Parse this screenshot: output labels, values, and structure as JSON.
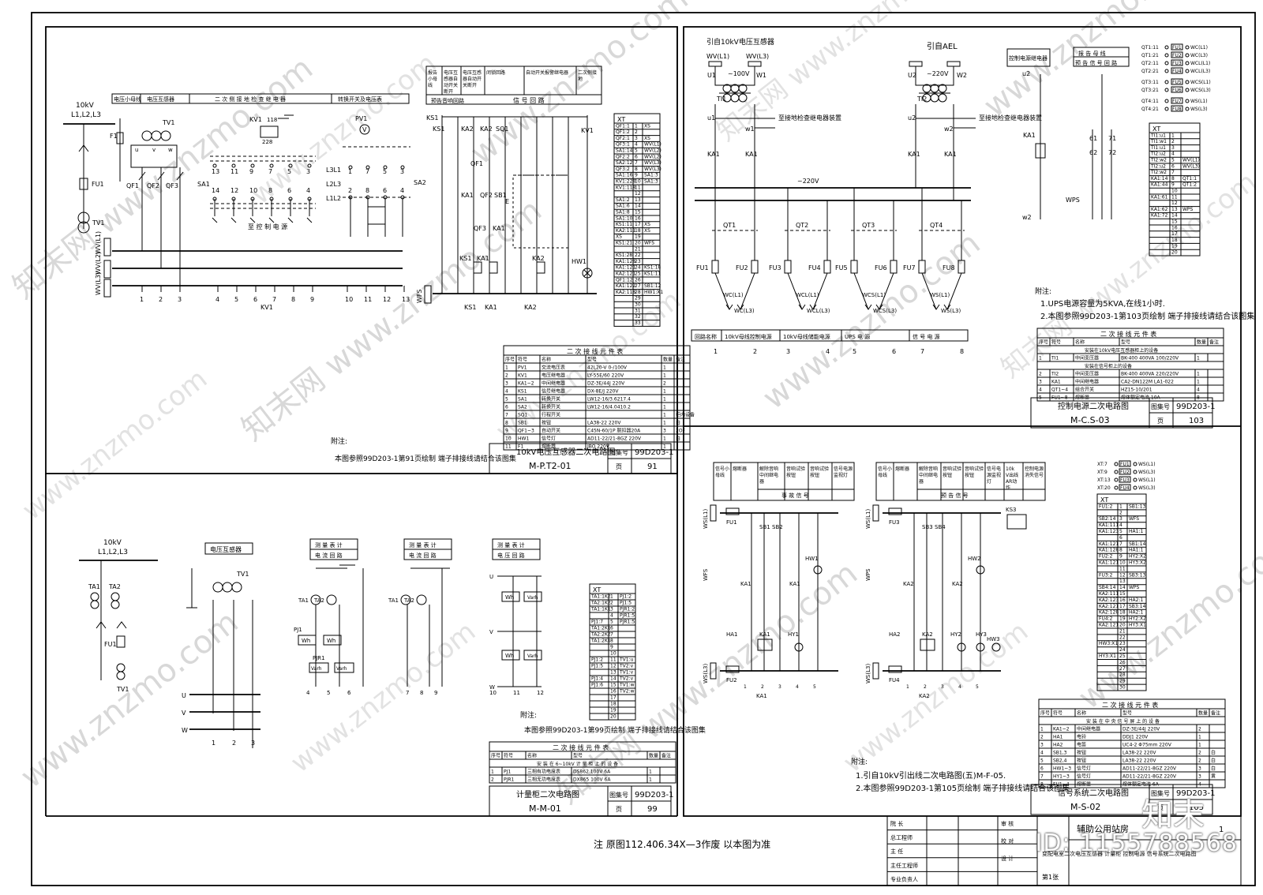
{
  "brand": {
    "logo_text": "知末",
    "id_text": "ID: 1155788568",
    "watermark": "www.znzmo.com",
    "watermark_cn": "知末网"
  },
  "p1": {
    "bus": {
      "voltage": "10kV",
      "phases": "L1,L2,L3"
    },
    "header": [
      "电压小母线",
      "电压互感器",
      "二 次 侧 接 地 检 查 继 电 器",
      "转换开关及电压表"
    ],
    "header2": [
      "报告小母线",
      "电压互感器自动开关断开",
      "电压互感器自动开关断开",
      "闭锁回路",
      "自动开关报警继电器",
      "二次侧接地"
    ],
    "header2b": [
      "预告音响回路",
      "信 号 回 路"
    ],
    "labels": {
      "f1": "F1",
      "fu1": "FU1",
      "tv1": "TV1",
      "qf1": "QF1",
      "qf2": "QF2",
      "qf3": "QF3",
      "sa1": "SA1",
      "sa2": "SA2",
      "kv1": "KV1",
      "pv1": "PV1",
      "wv1": "WV(L1)",
      "wv2": "WV(L2)",
      "wv3": "WV(L3)",
      "wfs": "WFS",
      "ks1": "KS1",
      "ka1": "KA1",
      "ka2": "KA2",
      "sq1": "SQ1",
      "sb1": "SB1",
      "hw1": "HW1",
      "to_ctrl": "至 控 制 电 源",
      "l3l1": "L3L1",
      "l2l3": "L2L3",
      "l1l2": "L1L2",
      "e": "E"
    },
    "bottom_numbers": [
      "1",
      "2",
      "3",
      "4",
      "5",
      "6",
      "7",
      "8",
      "9",
      "10",
      "11",
      "12",
      "13"
    ],
    "xt_title": "XT",
    "xt_rows": [
      [
        "QF1:1",
        "1",
        "XS"
      ],
      [
        "QF1:2",
        "2",
        ""
      ],
      [
        "QF2:1",
        "3",
        "XS"
      ],
      [
        "QF3:1",
        "4",
        "WV(L1)"
      ],
      [
        "SA1:14",
        "5",
        "WV(L2)"
      ],
      [
        "QF2:2",
        "6",
        "WV(L2)"
      ],
      [
        "SA2:12",
        "7",
        "WV(L3)"
      ],
      [
        "QF3:2",
        "8",
        "WV(L3)"
      ],
      [
        "SA1:16",
        "9",
        "SA1:3"
      ],
      [
        "KV1:228",
        "10",
        "SA1:3"
      ],
      [
        "KV1:118",
        "11",
        ""
      ],
      [
        "",
        "12",
        ""
      ],
      [
        "SA1:2",
        "13",
        ""
      ],
      [
        "SA1:6",
        "14",
        ""
      ],
      [
        "SA1:8",
        "15",
        ""
      ],
      [
        "SA1:10",
        "16",
        ""
      ],
      [
        "KS1:11",
        "17",
        "XS"
      ],
      [
        "KA2:111",
        "18",
        "XS"
      ],
      [
        "XS",
        "19",
        ""
      ],
      [
        "KS1:21",
        "20",
        "WFS"
      ],
      [
        "",
        "21",
        ""
      ],
      [
        "KS1:28",
        "22",
        ""
      ],
      [
        "KA1:128",
        "23",
        ""
      ],
      [
        "KA1:121",
        "24",
        "KS1:18"
      ],
      [
        "KA2:121",
        "25",
        "KS1:11"
      ],
      [
        "QF1:12",
        "26",
        ""
      ],
      [
        "KA1:122",
        "27",
        "SB1:12"
      ],
      [
        "KA2:118",
        "28",
        "HW1:X1"
      ],
      [
        "",
        "29",
        ""
      ],
      [
        "",
        "30",
        ""
      ],
      [
        "",
        "31",
        ""
      ],
      [
        "",
        "32",
        ""
      ],
      [
        "",
        "33",
        ""
      ]
    ],
    "table_title": "二 次 接 线 元 件 表",
    "table_head": [
      "序号",
      "符号",
      "名称",
      "型号",
      "数量",
      "备注"
    ],
    "table_rows": [
      [
        "1",
        "PV1",
        "交流电压表",
        "42L20-V 0-/100V",
        "1",
        ""
      ],
      [
        "2",
        "KV1",
        "电压继电器",
        "LY-55E/60 220V",
        "1",
        ""
      ],
      [
        "3",
        "KA1~2",
        "中间继电器",
        "DZ-3E/44J 220V",
        "2",
        ""
      ],
      [
        "4",
        "KS1",
        "信号继电器",
        "DX-8E/J 220V",
        "1",
        ""
      ],
      [
        "5",
        "SA1",
        "转换开关",
        "LW12-16/3.6217.4",
        "1",
        ""
      ],
      [
        "6",
        "SA2",
        "转换开关",
        "LW12-16/4.0410.2",
        "1",
        ""
      ],
      [
        "7",
        "SQ1",
        "行程开关",
        "",
        "1",
        "柜内设备"
      ],
      [
        "8",
        "SB1",
        "按钮",
        "LA38-22 220V",
        "1",
        "白"
      ],
      [
        "9",
        "QF1~3",
        "自动开关",
        "C45N-60/1P 脱扣器20A",
        "3",
        "2OF"
      ],
      [
        "10",
        "HW1",
        "信号灯",
        "AD11-22/21-8GZ 220V",
        "1",
        "白"
      ],
      [
        "11",
        "F1",
        "熔断器",
        "JBO 220V",
        "1",
        ""
      ]
    ],
    "note_title": "附注:",
    "note": "本图参照99D203-1第91页绘制 端子排接线请结合该图集",
    "title_box": {
      "name": "10kV电压互感器二次电路图",
      "code": "M-P.T2-01",
      "set_label": "图集号",
      "set_no": "99D203-1",
      "page_label": "页",
      "page_no": "91"
    }
  },
  "p2": {
    "bus": {
      "voltage": "10kV",
      "phases": "L1,L2,L3"
    },
    "labels": {
      "ta1": "TA1",
      "ta2": "TA2",
      "fu1": "FU1",
      "tv1": "TV1",
      "pt_label": "电压互感器",
      "pj1": "PJ1",
      "pjr1": "PJR1",
      "wh": "Wh",
      "varh": "Varh",
      "u": "U",
      "v": "V",
      "w": "W"
    },
    "panels": [
      [
        "测 量 表 计",
        "电 流 回 路"
      ],
      [
        "测 量 表 计",
        "电 流 回 路"
      ],
      [
        "测 量 表 计",
        "电 压 回 路"
      ]
    ],
    "xt_title": "XT",
    "xt_rows": [
      [
        "TA1:1K2",
        "1",
        "PJ1:2"
      ],
      [
        "TA2:1K2",
        "2",
        "PJ1:5"
      ],
      [
        "TA1:1K1",
        "3",
        "PJR1:2"
      ],
      [
        "",
        "4",
        "PJR1:5"
      ],
      [
        "PJ1:7",
        "5",
        "PJR1:5"
      ],
      [
        "TA1:2K1",
        "6",
        ""
      ],
      [
        "TA2:2K2",
        "7",
        ""
      ],
      [
        "TA1:2K1",
        "8",
        ""
      ],
      [
        "",
        "9",
        ""
      ],
      [
        "",
        "10",
        ""
      ],
      [
        "PJ1:2",
        "11",
        "TV1:u"
      ],
      [
        "PJ1:5",
        "12",
        "TV2:v"
      ],
      [
        "",
        "13",
        "TV1:v"
      ],
      [
        "PJ1:4",
        "14",
        "TV2:v"
      ],
      [
        "PJ1:6",
        "15",
        "TV1:w"
      ],
      [
        "",
        "16",
        "TV2:w"
      ],
      [
        "",
        "17",
        ""
      ],
      [
        "",
        "18",
        ""
      ],
      [
        "",
        "19",
        ""
      ],
      [
        "",
        "20",
        ""
      ]
    ],
    "note_title": "附注:",
    "note": "本图参照99D203-1第99页绘制 端子排接线请结合该图集",
    "table_title": "二 次 接 线 元 件 表",
    "table_head": [
      "序号",
      "符号",
      "名称",
      "型号",
      "数量",
      "备注"
    ],
    "table_sub": "安 装 在 6~10kV 计 量 柜 上 的 设 备",
    "table_rows": [
      [
        "1",
        "PJ1",
        "三相有功电度表",
        "DS862 100V 6A",
        "1",
        ""
      ],
      [
        "2",
        "PJR1",
        "三相无功电度表",
        "DX865 100V 6A",
        "1",
        ""
      ]
    ],
    "title_box": {
      "name": "计量柜二次电路图",
      "code": "M-M-01",
      "set_label": "图集号",
      "set_no": "99D203-1",
      "page_label": "页",
      "page_no": "99"
    }
  },
  "p3": {
    "sources": [
      "引自10kV电压互感器",
      "引自AEL"
    ],
    "labels": {
      "wv1": "WV(L1)",
      "wv3": "WV(L3)",
      "u1": "U1",
      "w1": "W1",
      "u2": "U2",
      "w2": "W2",
      "v100": "~100V",
      "v220": "~220V",
      "t1": "TI1",
      "t2": "TI2",
      "to_gnd1": "至接地检查继电器装置",
      "to_gnd2": "至接地检查继电器装置",
      "bus220": "~220V",
      "ka1": "KA1",
      "qt": [
        "QT1",
        "QT2",
        "QT3",
        "QT4"
      ],
      "fu": [
        "FU1",
        "FU2",
        "FU3",
        "FU4",
        "FU5",
        "FU6",
        "FU7",
        "FU8"
      ],
      "wc": [
        "WC(L1)",
        "WC(L3)",
        "WCL(L1)",
        "WCL(L3)",
        "WCS(L1)",
        "WCS(L3)",
        "WS(L1)",
        "WS(L3)"
      ],
      "u1s": "u1",
      "u2s": "u2",
      "w1s": "w1",
      "w2s": "w2",
      "ctrl": "控制电源继电器",
      "wps": "WPS"
    },
    "header_right": [
      "报 告 母 线",
      "预 告 信 号 回 路"
    ],
    "header_right2": [
      "至控制电源继电器"
    ],
    "footer": [
      "回路名称",
      "10kV母线控制电源",
      "10kV母线储能电源",
      "UPS 电 源",
      "信 号 电 源"
    ],
    "footer_nums": [
      "1",
      "2",
      "3",
      "4",
      "5",
      "6",
      "7",
      "8"
    ],
    "qt_right": [
      [
        "QT1:11",
        "FU1",
        "WC(L1)"
      ],
      [
        "QT1:21",
        "FU2",
        "WC(L3)"
      ],
      [
        "QT2:11",
        "FU3",
        "WCL(L1)"
      ],
      [
        "QT2:21",
        "FU4",
        "WCL(L3)"
      ],
      [
        "QT3:11",
        "FU5",
        "WCS(L1)"
      ],
      [
        "QT3:21",
        "FU6",
        "WCS(L3)"
      ],
      [
        "QT4:11",
        "FU7",
        "WS(L1)"
      ],
      [
        "QT4:21",
        "FU8",
        "WS(L3)"
      ]
    ],
    "xt_title": "XT",
    "xt_rows": [
      [
        "TI1:u1",
        "1",
        ""
      ],
      [
        "TI1:w1",
        "2",
        ""
      ],
      [
        "TI1:u1",
        "3",
        ""
      ],
      [
        "TI2:u2",
        "4",
        ""
      ],
      [
        "TI2:w2",
        "5",
        "WV(L1)"
      ],
      [
        "TI2:u2",
        "6",
        "WV(L3)"
      ],
      [
        "TI2:w2",
        "7",
        ""
      ],
      [
        "KA1:14",
        "8",
        "QT1:1"
      ],
      [
        "KA1:44",
        "9",
        "QT1:2"
      ],
      [
        "",
        "10",
        ""
      ],
      [
        "KA1:61",
        "11",
        ""
      ],
      [
        "",
        "12",
        ""
      ],
      [
        "KA1:62",
        "13",
        "WPS"
      ],
      [
        "KA1:72",
        "14",
        ""
      ],
      [
        "",
        "15",
        ""
      ],
      [
        "",
        "16",
        ""
      ],
      [
        "",
        "17",
        ""
      ],
      [
        "",
        "18",
        ""
      ],
      [
        "",
        "19",
        ""
      ],
      [
        "",
        "20",
        ""
      ]
    ],
    "note_title": "附注:",
    "notes": [
      "1.UPS电源容量为5KVA,在线1小时.",
      "2.本图参照99D203-1第103页绘制 端子排接线请结合该图集"
    ],
    "table_title": "二 次 接 线 元 件 表",
    "table_head": [
      "序号",
      "符号",
      "名称",
      "型号",
      "数量",
      "备注"
    ],
    "table_sub1": "安装在10kV电压互感器柜上的设备",
    "table_sub2": "安装在信号柜上的设备",
    "table_rows1": [
      [
        "1",
        "TI1",
        "中间变压器",
        "BK-400 400VA 100/220V",
        "1",
        ""
      ]
    ],
    "table_rows2": [
      [
        "2",
        "TI2",
        "中间变压器",
        "BK-400 400VA 220/220V",
        "1",
        ""
      ],
      [
        "3",
        "KA1",
        "中间继电器",
        "CA2-DN122M LA1-022",
        "1",
        ""
      ],
      [
        "4",
        "QT1~4",
        "组合开关",
        "HZ15-10/201",
        "4",
        ""
      ],
      [
        "5",
        "FU1~8",
        "熔断器",
        "熔体额定电流 10A",
        "8",
        ""
      ]
    ],
    "title_box": {
      "name": "控制电源二次电路图",
      "code": "M-C.S-03",
      "set_label": "图集号",
      "set_no": "99D203-1",
      "page_label": "页",
      "page_no": "103"
    }
  },
  "p4": {
    "header_l": [
      "信号小母线",
      "熔断器",
      "解除音响中间继电器",
      "音响试验按钮",
      "音响试验按钮",
      "信号电源监视灯"
    ],
    "header_l2": "事 故 信 号",
    "header_r": [
      "信号小母线",
      "熔断器",
      "解除音响中间继电器",
      "音响试验按钮",
      "音响试验按钮",
      "信号电源监视灯",
      "10kV出线AR动作",
      "控制电源消失信号"
    ],
    "header_r2": "预 告 信 号",
    "labels": {
      "ws1": "WS(L1)",
      "ws3": "WS(L3)",
      "wfs": "WFS",
      "wps": "WPS",
      "fu1": "FU1",
      "fu2": "FU2",
      "fu3": "FU3",
      "fu4": "FU4",
      "sb1": "SB1",
      "sb2": "SB2",
      "sb3": "SB3",
      "sb4": "SB4",
      "hw1": "HW1",
      "hw2": "HW2",
      "hw3": "HW3",
      "ka1": "KA1",
      "ka2": "KA2",
      "ks3": "KS3",
      "ha1": "HA1",
      "ha2": "HA2",
      "hy1": "HY1",
      "hy2": "HY2",
      "hy3": "HY3"
    },
    "xt_title": "XT",
    "xt_top": [
      [
        "XT:7",
        "FU1",
        "WS(L1)"
      ],
      [
        "XT:9",
        "FU2",
        "WS(L3)"
      ],
      [
        "XT:13",
        "FU3",
        "WS(L1)"
      ],
      [
        "XT:20",
        "FU4",
        "WS(L3)"
      ]
    ],
    "xt_rows": [
      [
        "FU1:2",
        "1",
        "SB1:13"
      ],
      [
        "",
        "2",
        ""
      ],
      [
        "SB2:14",
        "3",
        "WFS"
      ],
      [
        "KA1:111",
        "4",
        ""
      ],
      [
        "KA1:123",
        "5",
        "HA1:1"
      ],
      [
        "",
        "6",
        ""
      ],
      [
        "KA1:121",
        "7",
        "SB1:14"
      ],
      [
        "KA1:128",
        "8",
        "HA1:1"
      ],
      [
        "FU2:2",
        "9",
        "HY2:X2"
      ],
      [
        "KA1:121",
        "10",
        "HY3:X2"
      ],
      [
        "",
        "11",
        ""
      ],
      [
        "FU3:2",
        "12",
        "SB3:13"
      ],
      [
        "",
        "13",
        ""
      ],
      [
        "SB4:14",
        "14",
        "WPS"
      ],
      [
        "KA2:111",
        "15",
        ""
      ],
      [
        "KA2:123",
        "16",
        "HA2:1"
      ],
      [
        "KA2:121",
        "17",
        "SB3:14"
      ],
      [
        "KA2:128",
        "18",
        "HA2:1"
      ],
      [
        "FU4:2",
        "19",
        "HY2:X2"
      ],
      [
        "KA2:121",
        "20",
        "HY3:X1"
      ],
      [
        "",
        "21",
        ""
      ],
      [
        "",
        "22",
        ""
      ],
      [
        "HW3:X1",
        "23",
        ""
      ],
      [
        "",
        "24",
        ""
      ],
      [
        "HY3:X1",
        "25",
        ""
      ],
      [
        "",
        "26",
        ""
      ],
      [
        "",
        "27",
        ""
      ],
      [
        "",
        "28",
        ""
      ],
      [
        "",
        "29",
        ""
      ],
      [
        "",
        "30",
        ""
      ]
    ],
    "table_title": "二 次 接 线 元 件 表",
    "table_head": [
      "序号",
      "符号",
      "名称",
      "型号",
      "数量",
      "备注"
    ],
    "table_sub": "安 装 在 中 央 信 号 屏 上 的 设 备",
    "table_rows": [
      [
        "1",
        "KA1~2",
        "中间继电器",
        "DZ-3E/44J 220V",
        "2",
        ""
      ],
      [
        "2",
        "HA1",
        "电铃",
        "DDJ1 220V",
        "1",
        ""
      ],
      [
        "3",
        "HA2",
        "电笛",
        "UC4-2 Φ75mm 220V",
        "1",
        ""
      ],
      [
        "4",
        "SB1,3",
        "按钮",
        "LA38-22 220V",
        "2",
        "白"
      ],
      [
        "5",
        "SB2,4",
        "按钮",
        "LA38-22 220V",
        "2",
        "白"
      ],
      [
        "6",
        "HW1~3",
        "信号灯",
        "AD11-22/21-8GZ 220V",
        "3",
        "白"
      ],
      [
        "7",
        "HY1~3",
        "信号灯",
        "AD11-22/21-8GZ 220V",
        "3",
        "黄"
      ],
      [
        "8",
        "FU1~4",
        "熔断器",
        "熔体额定电流 6A",
        "4",
        ""
      ]
    ],
    "note_title": "附注:",
    "notes": [
      "1.引自10kV引出线二次电路图(五)M-F-05.",
      "2.本图参照99D203-1第105页绘制 端子排接线请结合该图集"
    ],
    "title_box": {
      "name": "信号系统二次电路图",
      "code": "M-S-02",
      "set_label": "图集号",
      "set_no": "99D203-1",
      "page_label": "页",
      "page_no": "105"
    }
  },
  "bottom": {
    "note": "注  原图112.406.34X—3作废  以本图为准",
    "tb_left": [
      "院    长",
      "总工程师",
      "主    任",
      "主任工程师",
      "专业负责人"
    ],
    "tb_mid": [
      "审    核",
      "校    对",
      "设    计"
    ],
    "project": "辅助公用站房",
    "drawing": "变配电室二次电压互感器 计量柜 控制电源 信号系统二次电路图",
    "sheet_label": "第1张",
    "page_num": "1"
  }
}
